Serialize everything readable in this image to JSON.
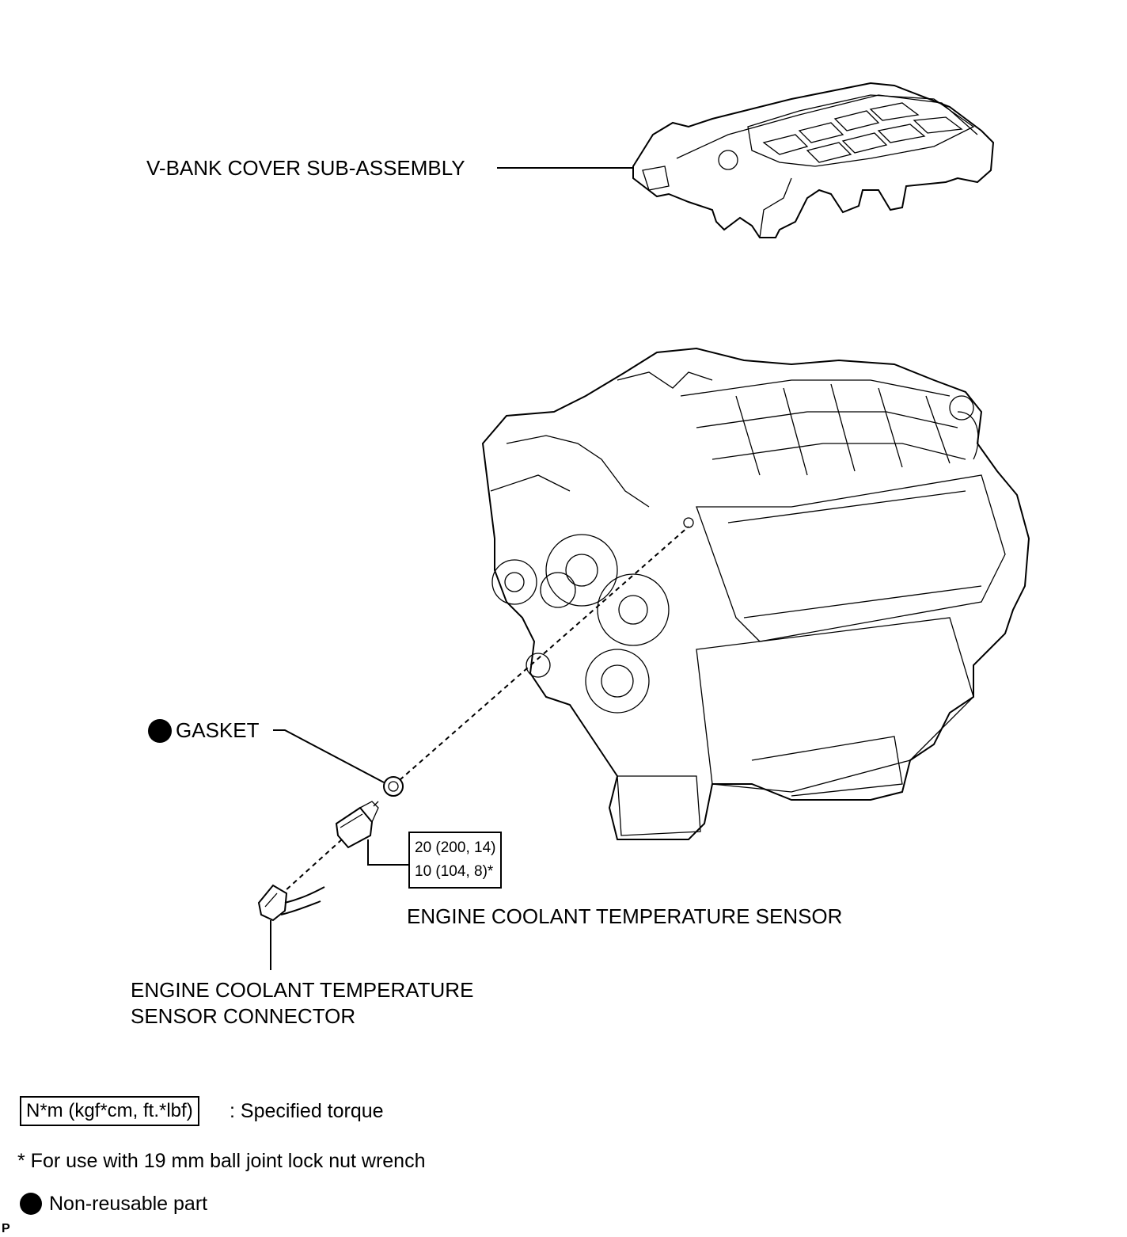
{
  "parts": {
    "vbank_cover": "V-BANK COVER SUB-ASSEMBLY",
    "gasket": "GASKET",
    "sensor": "ENGINE COOLANT TEMPERATURE SENSOR",
    "connector_line1": "ENGINE COOLANT TEMPERATURE",
    "connector_line2": "SENSOR CONNECTOR"
  },
  "torque": {
    "line1": "20 (200, 14)",
    "line2": "10 (104, 8)*"
  },
  "legend": {
    "torque_unit": "N*m (kgf*cm, ft.*lbf)",
    "torque_desc": ": Specified torque",
    "footnote": "* For use with 19 mm ball joint lock nut wrench",
    "nonreusable": "Non-reusable part"
  },
  "corner_mark": "P",
  "icons": [
    "non-reusable-dot-icon",
    "engine-illustration",
    "v-bank-cover-illustration",
    "gasket-ring-icon",
    "sensor-icon",
    "connector-icon"
  ]
}
